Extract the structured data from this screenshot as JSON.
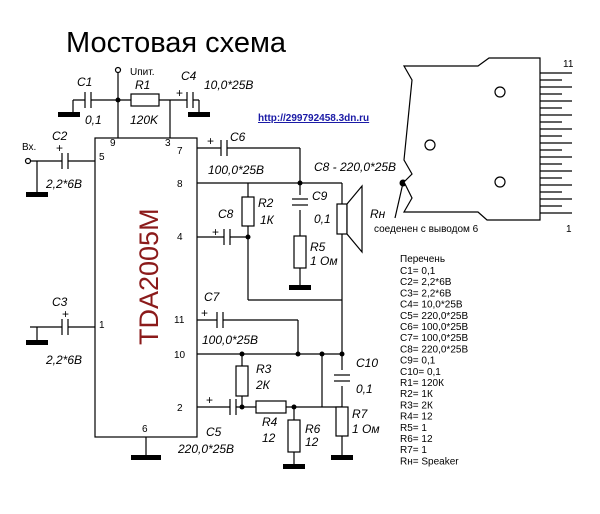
{
  "title": "Мостовая схема",
  "url": "http://299792458.3dn.ru",
  "chip": "TDA2005M",
  "supply_label": "Uпит.",
  "input_label": "Вх.",
  "speaker_note": "Rн",
  "load_cap_note": "C8 - 220,0*25В",
  "package_note": "соеденен с выводом 6",
  "package_pins": {
    "top": "11",
    "bottom": "1"
  },
  "pins": {
    "p9": "9",
    "p3": "3",
    "p7": "7",
    "p5": "5",
    "p8": "8",
    "p4": "4",
    "p1": "1",
    "p11": "11",
    "p10": "10",
    "p2": "2",
    "p6": "6"
  },
  "components": {
    "c1": {
      "name": "C1",
      "value": "0,1"
    },
    "r1": {
      "name": "R1",
      "value": "120K"
    },
    "c4": {
      "name": "C4",
      "value": "10,0*25В"
    },
    "c2": {
      "name": "C2",
      "value": "2,2*6В"
    },
    "c6": {
      "name": "C6",
      "value": "100,0*25В"
    },
    "c9": {
      "name": "C9",
      "value": "0,1"
    },
    "r2": {
      "name": "R2",
      "value": "1К"
    },
    "c8": {
      "name": "C8"
    },
    "r5": {
      "name": "R5",
      "value": "1 Ом"
    },
    "c3": {
      "name": "C3",
      "value": "2,2*6В"
    },
    "c7": {
      "name": "C7",
      "value": "100,0*25В"
    },
    "r3": {
      "name": "R3",
      "value": "2К"
    },
    "c10": {
      "name": "C10",
      "value": "0,1"
    },
    "r4": {
      "name": "R4",
      "value": "12"
    },
    "r6": {
      "name": "R6",
      "value": "12"
    },
    "r7": {
      "name": "R7",
      "value": "1 Ом"
    },
    "c5": {
      "name": "C5",
      "value": "220,0*25В"
    }
  },
  "parts_list": {
    "heading": "Перечень",
    "items": [
      "C1= 0,1",
      "C2= 2,2*6В",
      "C3= 2,2*6В",
      "C4= 10,0*25В",
      "C5= 220,0*25В",
      "C6= 100,0*25В",
      "C7= 100,0*25В",
      "C8= 220,0*25В",
      "C9= 0,1",
      "C10= 0,1",
      "R1= 120К",
      "R2= 1К",
      "R3= 2К",
      "R4= 12",
      "R5= 1",
      "R6= 12",
      "R7= 1",
      "Rн= Speaker"
    ]
  }
}
